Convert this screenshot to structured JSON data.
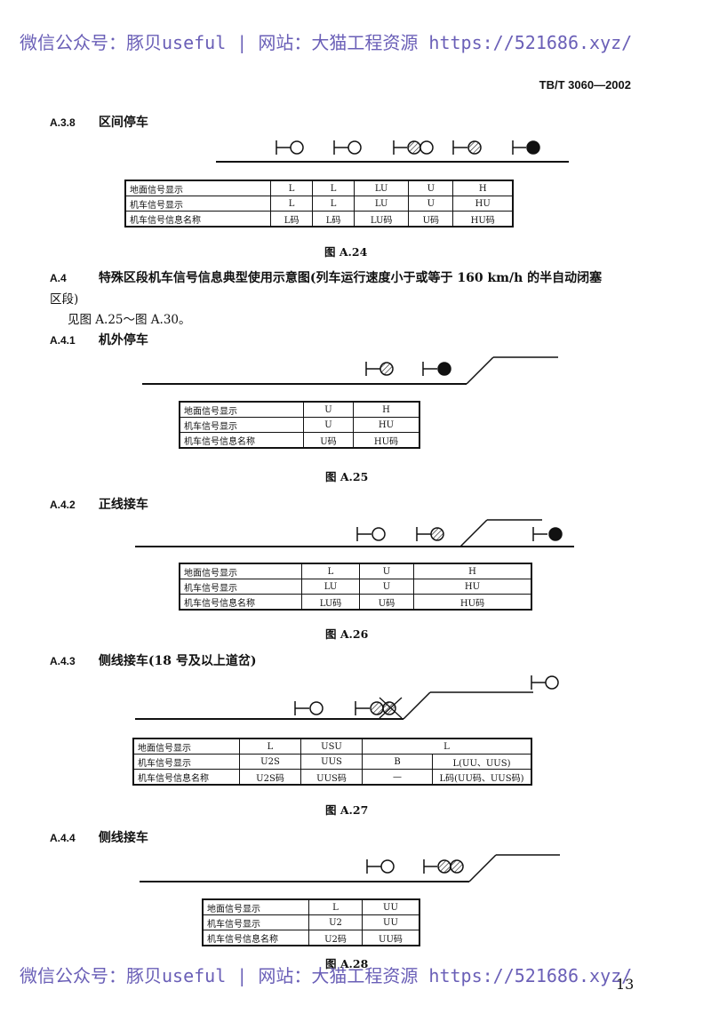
{
  "watermark": {
    "top": "微信公众号：豚贝useful | 网站：大猫工程资源 https://521686.xyz/",
    "bottom": "微信公众号：豚贝useful | 网站：大猫工程资源 https://521686.xyz/"
  },
  "header": {
    "standard_code": "TB/T 3060—2002"
  },
  "row_labels": [
    "地面信号显示",
    "机车信号显示",
    "机车信号信息名称"
  ],
  "sections": {
    "a38": {
      "num": "A.3.8",
      "title": "区间停车",
      "rows": [
        [
          "L",
          "L",
          "LU",
          "U",
          "H"
        ],
        [
          "L",
          "L",
          "LU",
          "U",
          "HU"
        ],
        [
          "L码",
          "L码",
          "LU码",
          "U码",
          "HU码"
        ]
      ],
      "caption": "图 A.24"
    },
    "a4": {
      "num": "A.4",
      "title": "特殊区段机车信号信息典型使用示意图(列车运行速度小于或等于 160 km/h 的半自动闭塞",
      "title_cont": "区段)",
      "see": "见图 A.25～图 A.30。"
    },
    "a41": {
      "num": "A.4.1",
      "title": "机外停车",
      "rows": [
        [
          "U",
          "H"
        ],
        [
          "U",
          "HU"
        ],
        [
          "U码",
          "HU码"
        ]
      ],
      "caption": "图 A.25"
    },
    "a42": {
      "num": "A.4.2",
      "title": "正线接车",
      "rows": [
        [
          "L",
          "U",
          "H"
        ],
        [
          "LU",
          "U",
          "HU"
        ],
        [
          "LU码",
          "U码",
          "HU码"
        ]
      ],
      "caption": "图 A.26"
    },
    "a43": {
      "num": "A.4.3",
      "title": "侧线接车(18 号及以上道岔)",
      "row1": [
        "L",
        "USU",
        "L"
      ],
      "row2": [
        "U2S",
        "UUS",
        "B",
        "L(UU、UUS)"
      ],
      "row3": [
        "U2S码",
        "UUS码",
        "—",
        "L码(UU码、UUS码)"
      ],
      "caption": "图 A.27"
    },
    "a44": {
      "num": "A.4.4",
      "title": "侧线接车",
      "rows": [
        [
          "L",
          "UU"
        ],
        [
          "U2",
          "UU"
        ],
        [
          "U2码",
          "UU码"
        ]
      ],
      "caption": "图 A.28"
    }
  },
  "page_number": "13"
}
